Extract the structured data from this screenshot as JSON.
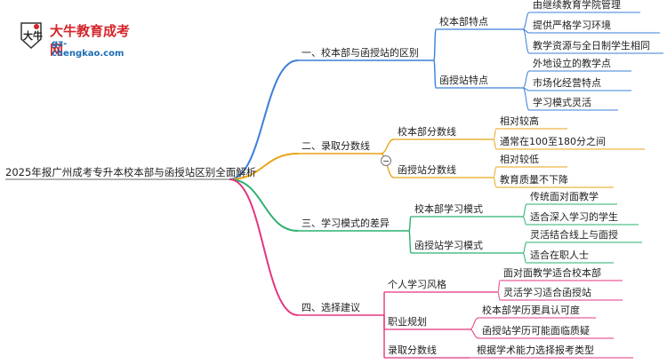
{
  "logo": {
    "title": "大牛教育成考网",
    "url": "gz-chengkao.com",
    "badge_text": "大牛"
  },
  "root": "2025年报广州成考专升本校本部与函授站区别全面解析",
  "colors": {
    "b1": "#3b7fd9",
    "b2": "#e8a317",
    "b3": "#2ab06f",
    "b4": "#e5357f"
  },
  "branches": [
    {
      "label": "一、校本部与函授站的区别",
      "children": [
        {
          "label": "校本部特点",
          "children": [
            "由继续教育学院管理",
            "提供严格学习环境",
            "教学资源与全日制学生相同"
          ]
        },
        {
          "label": "函授站特点",
          "children": [
            "外地设立的教学点",
            "市场化经营特点",
            "学习模式灵活"
          ]
        }
      ]
    },
    {
      "label": "二、录取分数线",
      "children": [
        {
          "label": "校本部分数线",
          "children": [
            "相对较高",
            "通常在100至180分之间"
          ]
        },
        {
          "label": "函授站分数线",
          "children": [
            "相对较低",
            "教育质量不下降"
          ]
        }
      ]
    },
    {
      "label": "三、学习模式的差异",
      "children": [
        {
          "label": "校本部学习模式",
          "children": [
            "传统面对面教学",
            "适合深入学习的学生"
          ]
        },
        {
          "label": "函授站学习模式",
          "children": [
            "灵活结合线上与面授",
            "适合在职人士"
          ]
        }
      ]
    },
    {
      "label": "四、选择建议",
      "children": [
        {
          "label": "个人学习风格",
          "children": [
            "面对面教学适合校本部",
            "灵活学习适合函授站"
          ]
        },
        {
          "label": "职业规划",
          "children": [
            "校本部学历更具认可度",
            "函授站学历可能面临质疑"
          ]
        },
        {
          "label": "录取分数线",
          "children": [
            "根据学术能力选择报考类型"
          ]
        }
      ]
    }
  ]
}
